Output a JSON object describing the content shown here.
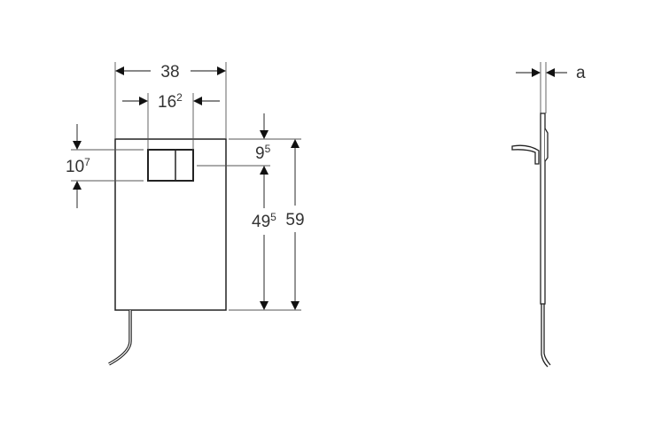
{
  "front_view": {
    "width": {
      "main": "38"
    },
    "button_width": {
      "main": "16",
      "sup": "2"
    },
    "button_height": {
      "main": "10",
      "sup": "7"
    },
    "top_offset": {
      "main": "9",
      "sup": "5"
    },
    "button_center_to_bottom": {
      "main": "49",
      "sup": "5"
    },
    "height": {
      "main": "59"
    }
  },
  "side_view": {
    "depth_label": "a"
  },
  "colors": {
    "line": "#222222",
    "dim_line": "#555555"
  }
}
